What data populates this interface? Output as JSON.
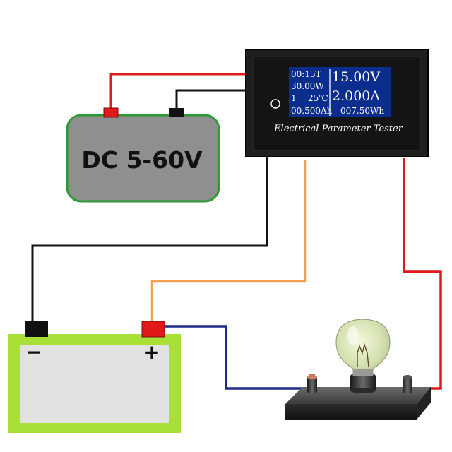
{
  "source": {
    "label": "DC 5-60V"
  },
  "tester": {
    "title": "Electrical Parameter Tester",
    "readings": {
      "time": "00:15T",
      "power": "30.00W",
      "index": "1",
      "temperature": "25℃",
      "capacity": "00.500Ah",
      "voltage": "15.00V",
      "current": "2.000A",
      "energy": "007.50Wh"
    }
  },
  "battery": {
    "negative": "−",
    "positive": "+"
  },
  "colors": {
    "wire_black": "#111111",
    "wire_red": "#e0191b",
    "wire_orange": "#f0a050",
    "wire_blue": "#1c2a8c",
    "source_fill": "#8f8f8f",
    "source_border": "#2e9a35",
    "battery_border": "#a8e038",
    "battery_fill": "#e2e2e2",
    "lcd_background": "#0b2d8e",
    "tester_body": "#1e1e1e"
  },
  "icons": [
    "light-bulb-icon",
    "terminal-icon",
    "button-icon"
  ]
}
